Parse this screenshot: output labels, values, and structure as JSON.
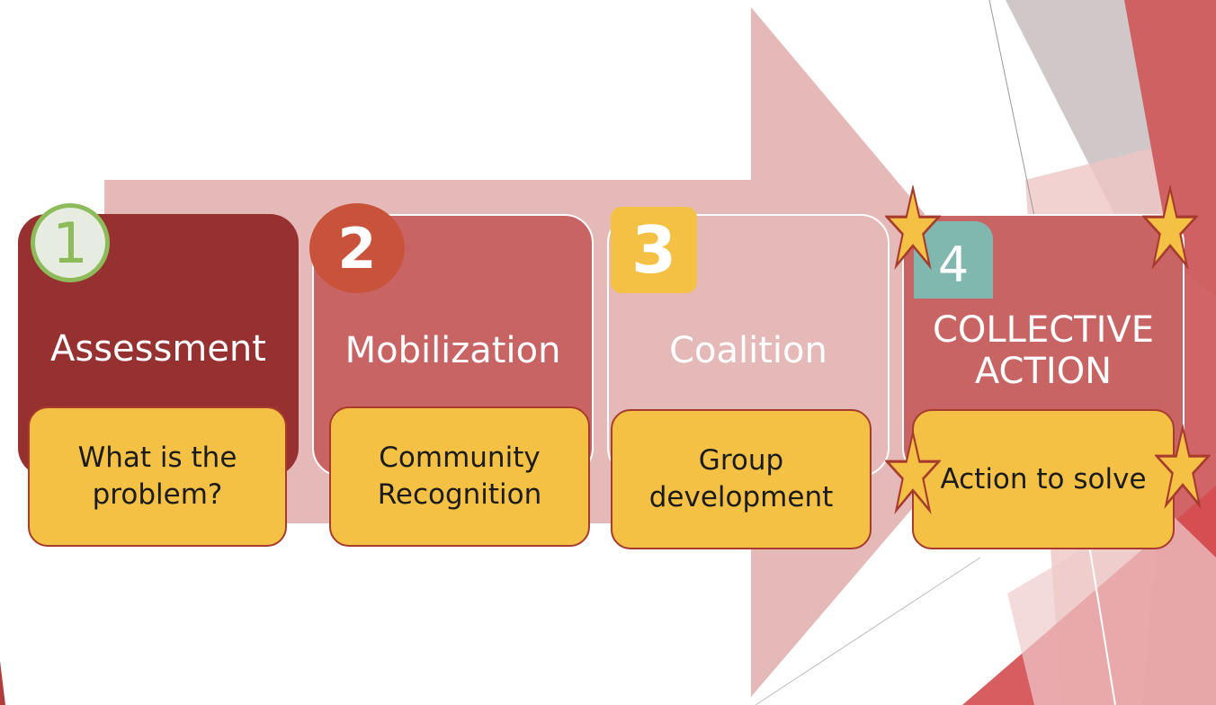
{
  "steps": [
    {
      "number": "1",
      "title": "Assessment",
      "description": "What is the\nproblem?"
    },
    {
      "number": "2",
      "title": "Mobilization",
      "description": "Community\nRecognition"
    },
    {
      "number": "3",
      "title": "Coalition",
      "description": "Group\ndevelopment"
    },
    {
      "number": "4",
      "title": "COLLECTIVE\nACTION",
      "description": "Action to solve"
    }
  ],
  "colors": {
    "arrow": "#e6b9b9",
    "step1": "#973131",
    "step2": "#c96465",
    "step3": "#e6b9b9",
    "step4": "#c96465",
    "description_fill": "#f4c144",
    "description_border": "#a63b2e",
    "badge1": "#9bc56a",
    "badge2": "#c9523a",
    "badge3": "#f4c144",
    "badge4": "#80b7ae",
    "star": "#f4c144"
  },
  "icons": [
    "star-icon"
  ]
}
